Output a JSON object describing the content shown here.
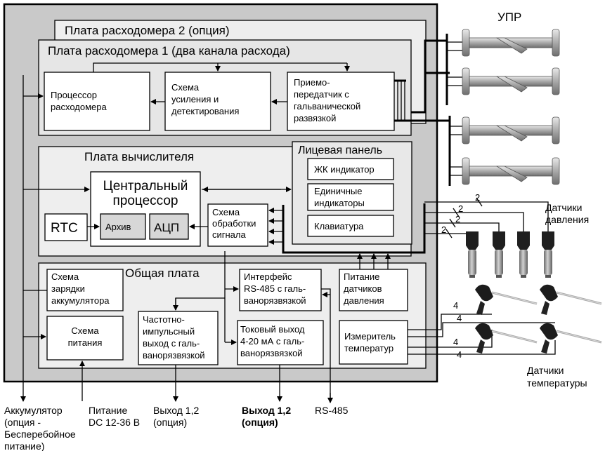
{
  "title_upr": "УПР",
  "boards": {
    "flow2": "Плата расходомера 2 (опция)",
    "flow1": "Плата расходомера 1 (два канала расхода)",
    "calc": "Плата вычислителя",
    "front": "Лицевая панель",
    "common": "Общая плата"
  },
  "blocks": {
    "processor": [
      "Процессор",
      "расходомера"
    ],
    "amp": [
      "Схема",
      "усиления и",
      "детектирования"
    ],
    "transceiver": [
      "Приемо-",
      "передатчик с",
      "гальванической",
      "развязкой"
    ],
    "lcd": [
      "ЖК индикатор"
    ],
    "single_ind": [
      "Единичные",
      "индикаторы"
    ],
    "keyboard": [
      "Клавиатура"
    ],
    "cpu": [
      "Центральный",
      "процессор"
    ],
    "rtc": [
      "RTC"
    ],
    "archive": [
      "Архив"
    ],
    "adc": [
      "АЦП"
    ],
    "signal": [
      "Схема",
      "обработки",
      "сигнала"
    ],
    "charge": [
      "Схема",
      "зарядки",
      "аккумулятора"
    ],
    "power": [
      "Схема",
      "питания"
    ],
    "rs485_if": [
      "Интерфейс",
      "RS-485 с галь-",
      "ванорязвязкой"
    ],
    "freq_out": [
      "Частотно-",
      "импульсный",
      "выход с галь-",
      "ванорязвязкой"
    ],
    "current_out": [
      "Токовый выход",
      "4-20 мА с галь-",
      "ванорязвязкой"
    ],
    "pressure_power": [
      "Питание",
      "датчиков",
      "давления"
    ],
    "temp_meter": [
      "Измеритель",
      "температур"
    ]
  },
  "sensor_labels": {
    "pressure": [
      "Датчики",
      "давления"
    ],
    "temperature": [
      "Датчики",
      "температуры"
    ]
  },
  "wire_marks": {
    "p1": "2",
    "p2": "2",
    "p3": "2",
    "p4": "2",
    "t1": "4",
    "t2": "4",
    "t3": "4",
    "t4": "4"
  },
  "bottom_labels": {
    "battery": [
      "Аккумулятор",
      "(опция -",
      "Бесперебойное",
      "питание)"
    ],
    "supply": [
      "Питание",
      "DC 12-36 В"
    ],
    "out1": [
      "Выход 1,2",
      "(опция)"
    ],
    "out2": [
      "Выход 1,2",
      "(опция)"
    ],
    "rs485": [
      "RS-485"
    ]
  },
  "colors": {
    "outer_board": "#c9c9c9",
    "board_light": "#eeeeee",
    "block_gray": "#d7d7d7",
    "pipe": "#b8b8b8"
  }
}
